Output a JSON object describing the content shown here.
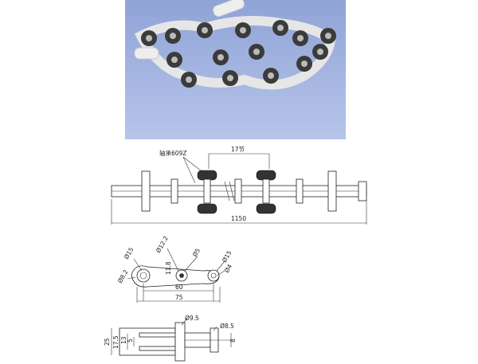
{
  "colors": {
    "photo_bg_top": "#8fa3d6",
    "photo_bg_bottom": "#b7c5ea",
    "link_white": "#eeeeee",
    "roller_dark": "#3b3b3b"
  },
  "drawing1": {
    "pitch_label": "17节",
    "bearing_label": "轴承609Z",
    "overall_length": "1150"
  },
  "drawing2": {
    "d15_left": "Ø15",
    "d12_2": "Ø12.2",
    "d5": "Ø5",
    "d15_right": "Ø15",
    "d8_2": "Ø8.2",
    "dim_11_8": "11.8",
    "d4": "Ø4",
    "dim_60": "60",
    "dim_75": "75"
  },
  "drawing3": {
    "d9_5": "Ø9.5",
    "d8_5": "Ø8.5",
    "dim_25": "25",
    "dim_17_5": "17.5",
    "dim_13": "13",
    "dim_5": "5",
    "dim_8": "8"
  }
}
